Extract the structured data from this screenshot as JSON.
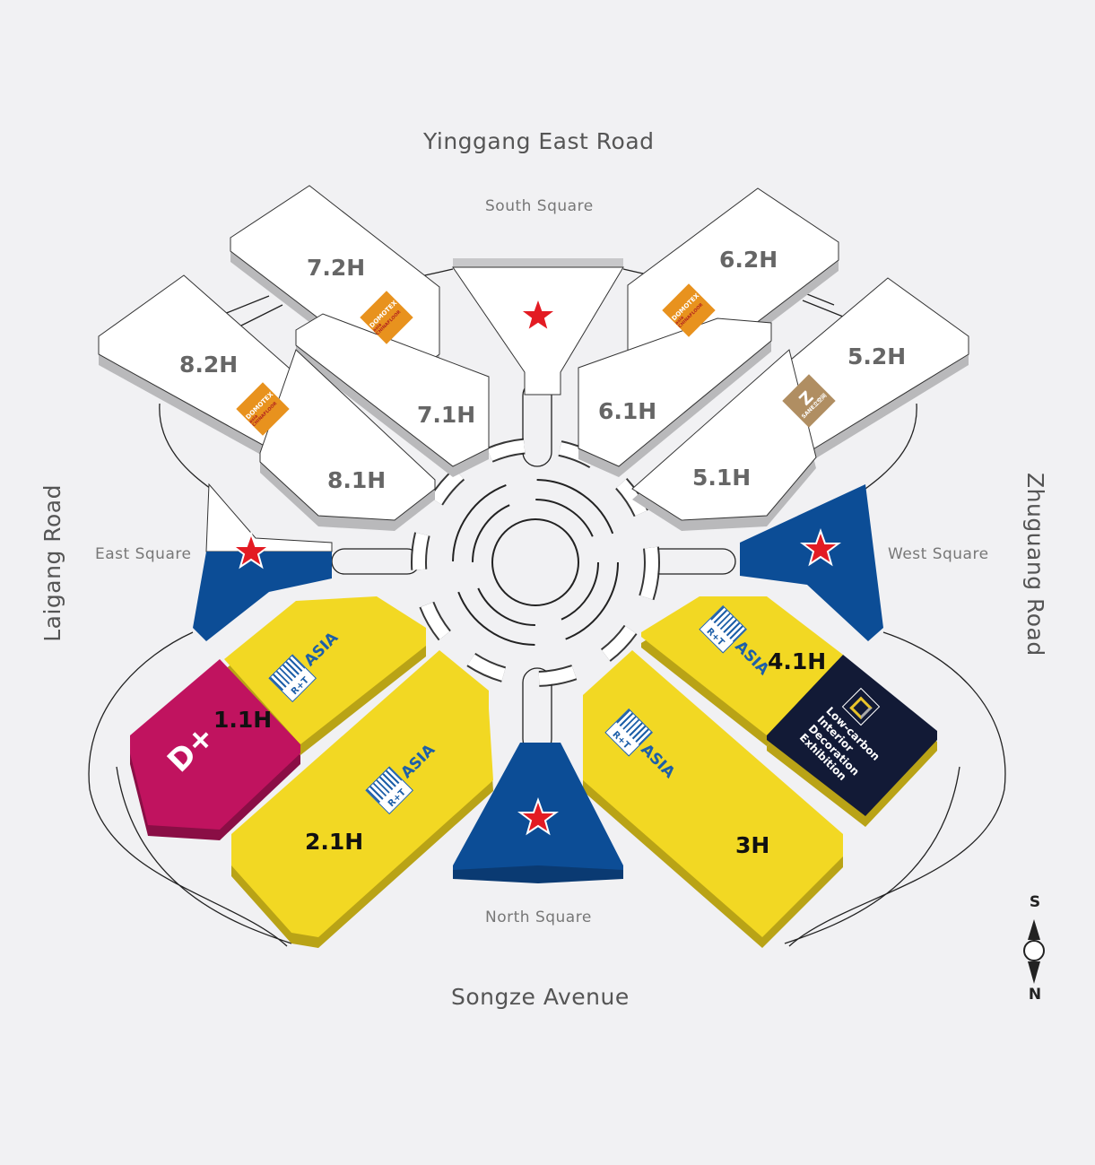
{
  "roads": {
    "top": "Yinggang East Road",
    "bottom": "Songze Avenue",
    "left": "Laigang Road",
    "right": "Zhuguang Road"
  },
  "squares": {
    "south": "South Square",
    "north": "North Square",
    "east": "East Square",
    "west": "West Square"
  },
  "halls": {
    "h72": "7.2H",
    "h71": "7.1H",
    "h82": "8.2H",
    "h81": "8.1H",
    "h62": "6.2H",
    "h61": "6.1H",
    "h52": "5.2H",
    "h51": "5.1H",
    "h11": "1.1H",
    "h21": "2.1H",
    "h3": "3H",
    "h41": "4.1H"
  },
  "logos": {
    "domotex": "DOMOTEX",
    "domotex_sub": "asia CHINAFLOOR",
    "sane": "Z",
    "sane_sub": "SANE立空间",
    "rt_box": "R+T",
    "rt_asia": "ASIA",
    "dplus": "D+",
    "lowcarbon": [
      "Low-carbon",
      "Interior",
      "Decoration",
      "Exhibition"
    ]
  },
  "compass": {
    "top": "S",
    "bottom": "N"
  },
  "colors": {
    "background": "#f1f1f3",
    "hall_white": "#ffffff",
    "hall_shadow": "#b9b9bb",
    "yellow": "#f2d823",
    "yellow_shadow": "#b9a316",
    "magenta": "#c0135f",
    "navy": "#121a36",
    "blue_square": "#0c4d96",
    "star": "#e31b23"
  }
}
